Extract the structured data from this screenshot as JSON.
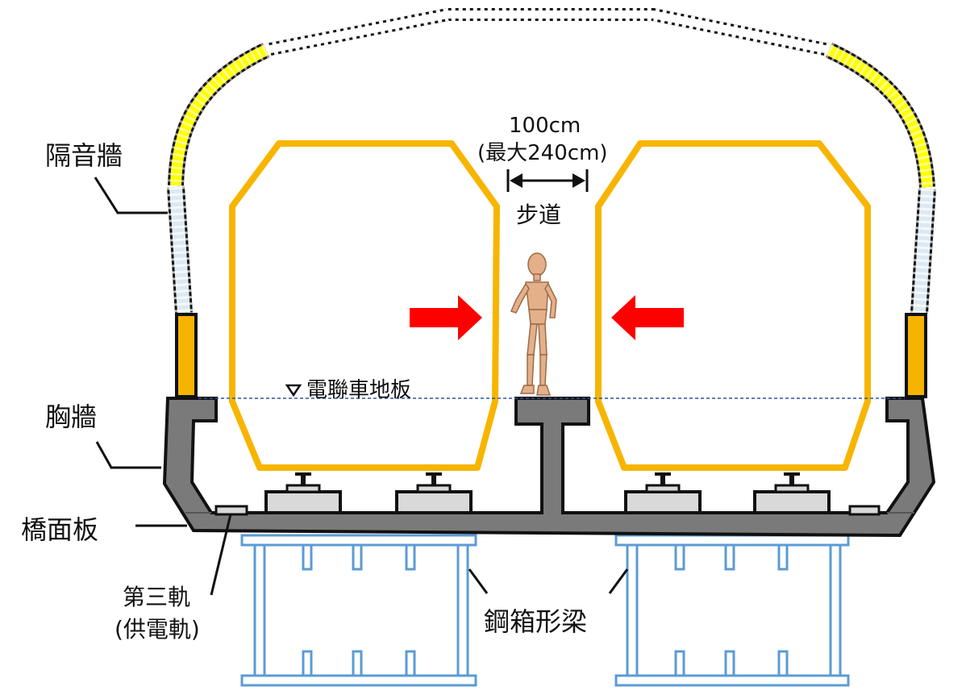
{
  "labels": {
    "noise_barrier": "隔音牆",
    "parapet": "胸牆",
    "deck_slab": "橋面板",
    "third_rail": "第三軌",
    "third_rail_sub": "(供電軌)",
    "steel_box_girder": "鋼箱形梁",
    "car_floor": "電聯車地板",
    "walkway": "步道",
    "width": "100cm",
    "width_max": "(最大240cm)"
  },
  "colors": {
    "deck": "#7a7a7a",
    "train_outline": "#f7b500",
    "barrier_yellow": "#ffff00",
    "barrier_orange": "#f6b400",
    "barrier_light": "#dce9f3",
    "girder": "#5b9bd5",
    "arrow": "#ff0000",
    "rail_base": "#d9d9d9",
    "floor_line": "#2f5597"
  }
}
